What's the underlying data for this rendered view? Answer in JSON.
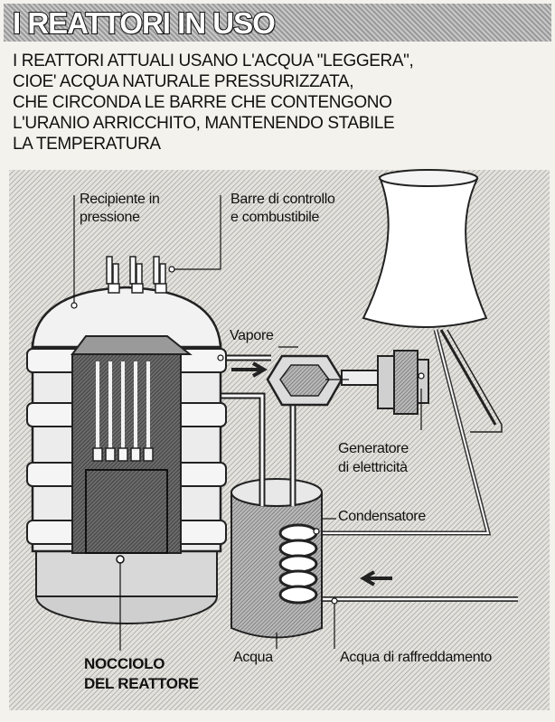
{
  "title": "I REATTORI IN USO",
  "intro_lines": [
    "I REATTORI ATTUALI USANO L'ACQUA \"LEGGERA\",",
    "CIOE' ACQUA NATURALE PRESSURIZZATA,",
    "CHE CIRCONDA LE BARRE CHE CONTENGONO",
    "L'URANIO ARRICCHITO, MANTENENDO STABILE",
    "LA TEMPERATURA"
  ],
  "labels": {
    "recipiente_1": "Recipiente in",
    "recipiente_2": "pressione",
    "barre_1": "Barre di controllo",
    "barre_2": "e combustibile",
    "vapore": "Vapore",
    "generatore_1": "Generatore",
    "generatore_2": "di elettricità",
    "condensatore": "Condensatore",
    "nocciolo_1": "NOCCIOLO",
    "nocciolo_2": "DEL REATTORE",
    "acqua": "Acqua",
    "acqua_raffreddamento": "Acqua di raffreddamento"
  }
}
